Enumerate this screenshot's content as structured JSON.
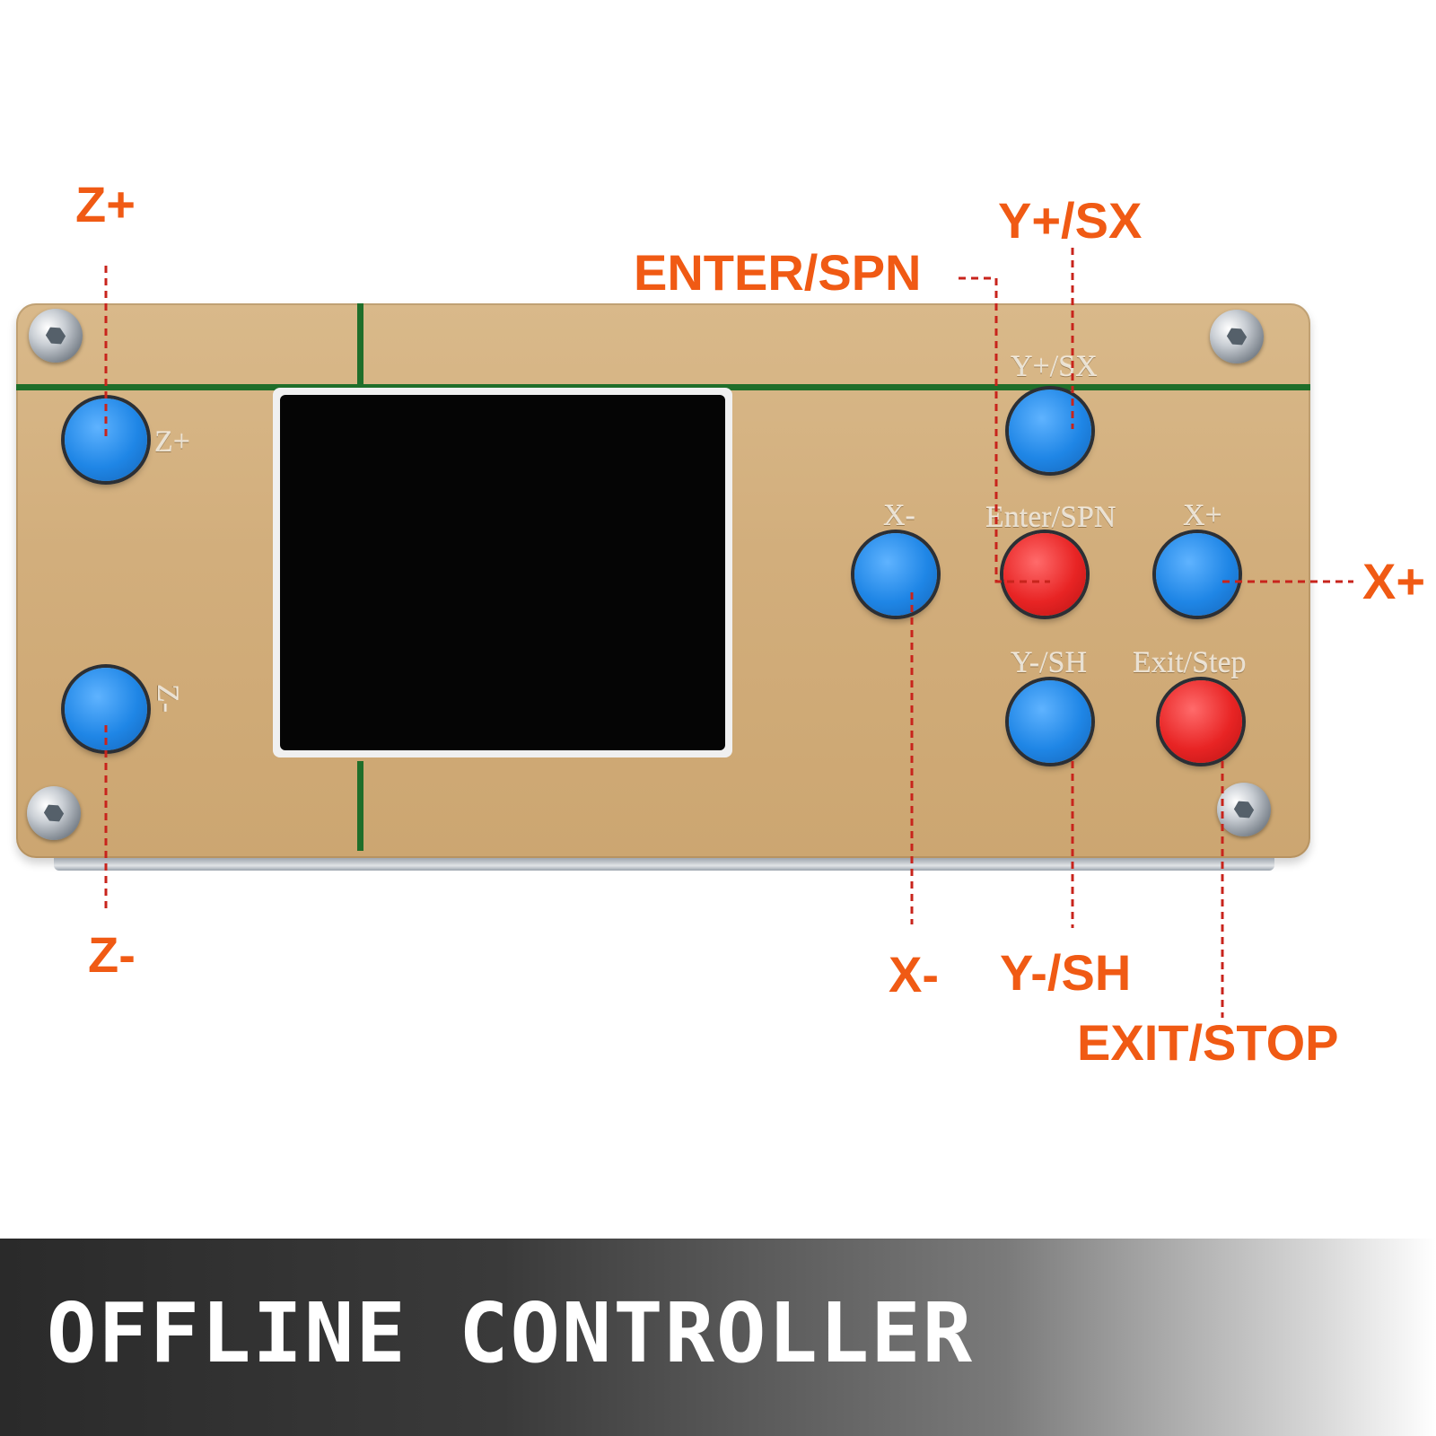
{
  "device": {
    "buttons": [
      {
        "key": "z_plus",
        "engraved": "Z+",
        "color": "blue"
      },
      {
        "key": "z_minus",
        "engraved": "Z-",
        "color": "blue"
      },
      {
        "key": "y_plus",
        "engraved": "Y+/SX",
        "color": "blue"
      },
      {
        "key": "x_minus",
        "engraved": "X-",
        "color": "blue"
      },
      {
        "key": "enter",
        "engraved": "Enter/SPN",
        "color": "red"
      },
      {
        "key": "x_plus",
        "engraved": "X+",
        "color": "blue"
      },
      {
        "key": "y_minus",
        "engraved": "Y-/SH",
        "color": "blue"
      },
      {
        "key": "exit",
        "engraved": "Exit/Step",
        "color": "red"
      }
    ]
  },
  "callouts": {
    "z_plus": "Z+",
    "z_minus": "Z-",
    "y_plus_sx": "Y+/SX",
    "enter_spn": "ENTER/SPN",
    "x_plus": "X+",
    "x_minus": "X-",
    "y_minus_sh": "Y-/SH",
    "exit_stop": "EXIT/STOP"
  },
  "banner": {
    "title": "OFFLINE CONTROLLER"
  },
  "colors": {
    "callout": "#f05a14",
    "board": "#d2ae7c",
    "grid_line": "#1f6e2a",
    "button_blue": "#1f86e6",
    "button_red": "#e82424"
  }
}
